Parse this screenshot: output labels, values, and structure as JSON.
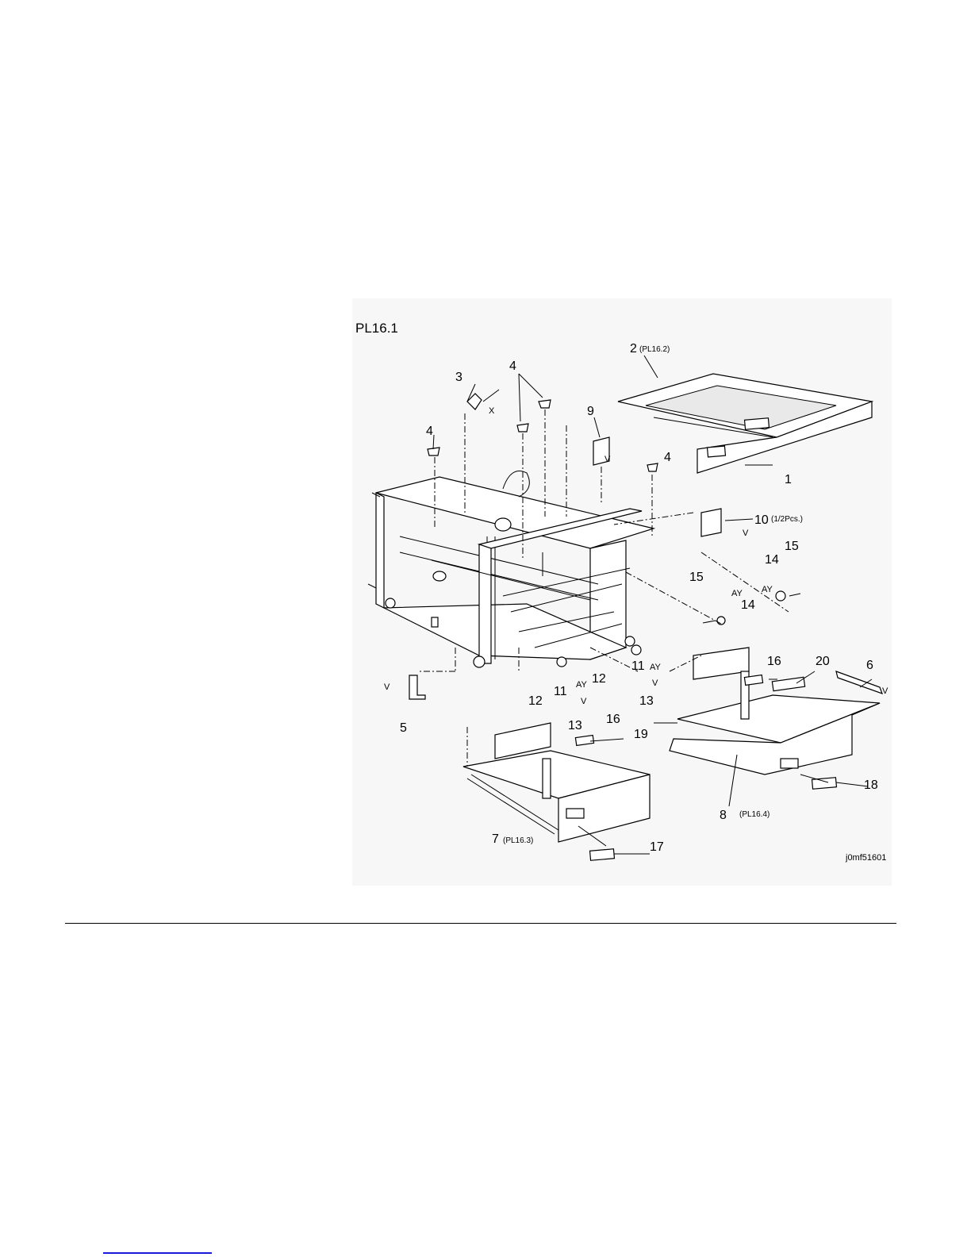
{
  "figure": {
    "title": "PL16.1",
    "image_code": "j0mf51601",
    "callouts": {
      "c1": "1",
      "c2": "2",
      "c2_ref": "(PL16.2)",
      "c3": "3",
      "c4a": "4",
      "c4b": "4",
      "c4c": "4",
      "c5": "5",
      "c6": "6",
      "c7": "7",
      "c7_ref": "(PL16.3)",
      "c8": "8",
      "c8_ref": "(PL16.4)",
      "c9": "9",
      "c10": "10",
      "c10_qty": "(1/2Pcs.)",
      "c11a": "11",
      "c11b": "11",
      "c12a": "12",
      "c12b": "12",
      "c13a": "13",
      "c13b": "13",
      "c14a": "14",
      "c14b": "14",
      "c15a": "15",
      "c15b": "15",
      "c16a": "16",
      "c16b": "16",
      "c17": "17",
      "c18": "18",
      "c19": "19",
      "c20": "20"
    },
    "letters": {
      "x": "X",
      "v_9": "V",
      "v_10": "V",
      "v_5": "V",
      "v_6": "V",
      "v_13a": "V",
      "v_13b": "V",
      "ay_14a": "AY",
      "ay_14b": "AY",
      "ay_11a": "AY",
      "ay_11b": "AY"
    }
  }
}
